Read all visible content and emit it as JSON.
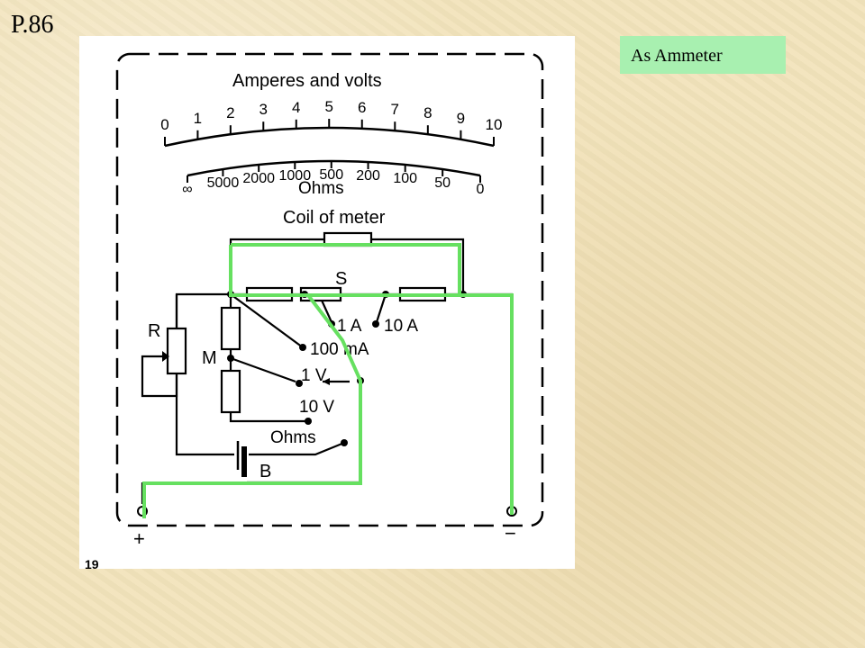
{
  "page_number": "P.86",
  "mode_label": "As Ammeter",
  "figure_number": "19",
  "meter": {
    "scale_title": "Amperes and volts",
    "upper_scale": [
      "0",
      "1",
      "2",
      "3",
      "4",
      "5",
      "6",
      "7",
      "8",
      "9",
      "10"
    ],
    "lower_scale": [
      "∞",
      "5000",
      "2000",
      "1000",
      "500",
      "200",
      "100",
      "50",
      "0"
    ],
    "lower_scale_title": "Ohms"
  },
  "circuit": {
    "coil_label": "Coil of meter",
    "shunt_label": "S",
    "resistor_r_label": "R",
    "resistor_m_label": "M",
    "battery_label": "B",
    "range_1a": "1 A",
    "range_10a": "10 A",
    "range_100ma": "100 mA",
    "range_1v": "1 V",
    "range_10v": "10 V",
    "range_ohms": "Ohms",
    "terminal_plus": "+",
    "terminal_minus": "−"
  },
  "colors": {
    "highlight": "#66e060",
    "label_bg": "#a8f0b0"
  }
}
